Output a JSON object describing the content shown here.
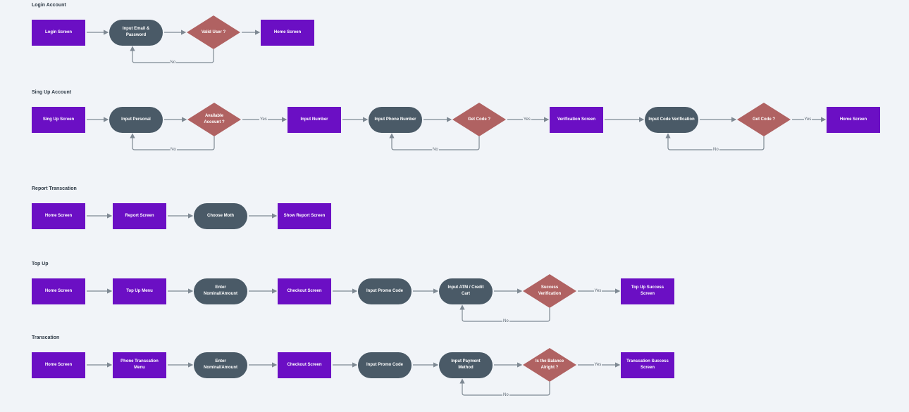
{
  "colors": {
    "screen": "#6b0fc4",
    "process": "#4a5a67",
    "decision": "#b06262",
    "connector": "#7e8993",
    "background": "#f1f4f8"
  },
  "sections": [
    {
      "title": "Login Account",
      "nodes": [
        {
          "text": "Login Screen",
          "shape": "rect"
        },
        {
          "text": "Input Email &\nPassword",
          "shape": "pill"
        },
        {
          "text": "Valid User ?",
          "shape": "diamond"
        },
        {
          "text": "Home Screen",
          "shape": "rect"
        }
      ],
      "edges": [
        {
          "from": 0,
          "to": 1,
          "label": ""
        },
        {
          "from": 1,
          "to": 2,
          "label": ""
        },
        {
          "from": 2,
          "to": 3,
          "label": ""
        },
        {
          "from": 2,
          "to": 1,
          "label": "No",
          "loop": true
        }
      ]
    },
    {
      "title": "Sing Up Account",
      "nodes": [
        {
          "text": "Sing Up Screen",
          "shape": "rect"
        },
        {
          "text": "Input Personal",
          "shape": "pill"
        },
        {
          "text": "Available\nAccount ?",
          "shape": "diamond"
        },
        {
          "text": "Input Number",
          "shape": "rect"
        },
        {
          "text": "Input Phone Number",
          "shape": "pill"
        },
        {
          "text": "Get Code ?",
          "shape": "diamond"
        },
        {
          "text": "Verification Screen",
          "shape": "rect"
        },
        {
          "text": "Input Code Verification",
          "shape": "pill"
        },
        {
          "text": "Get Code ?",
          "shape": "diamond"
        },
        {
          "text": "Home Screen",
          "shape": "rect"
        }
      ],
      "edges": [
        {
          "from": 0,
          "to": 1,
          "label": ""
        },
        {
          "from": 1,
          "to": 2,
          "label": ""
        },
        {
          "from": 2,
          "to": 3,
          "label": "Yes"
        },
        {
          "from": 3,
          "to": 4,
          "label": ""
        },
        {
          "from": 4,
          "to": 5,
          "label": ""
        },
        {
          "from": 5,
          "to": 6,
          "label": "Yes"
        },
        {
          "from": 6,
          "to": 7,
          "label": ""
        },
        {
          "from": 7,
          "to": 8,
          "label": ""
        },
        {
          "from": 8,
          "to": 9,
          "label": "Yes"
        },
        {
          "from": 2,
          "to": 1,
          "label": "No",
          "loop": true
        },
        {
          "from": 5,
          "to": 4,
          "label": "No",
          "loop": true
        },
        {
          "from": 8,
          "to": 7,
          "label": "No",
          "loop": true
        }
      ]
    },
    {
      "title": "Report Transcation",
      "nodes": [
        {
          "text": "Home Screen",
          "shape": "rect"
        },
        {
          "text": "Report Screen",
          "shape": "rect"
        },
        {
          "text": "Choose Moth",
          "shape": "pill"
        },
        {
          "text": "Show Report Screen",
          "shape": "rect"
        }
      ],
      "edges": [
        {
          "from": 0,
          "to": 1,
          "label": ""
        },
        {
          "from": 1,
          "to": 2,
          "label": ""
        },
        {
          "from": 2,
          "to": 3,
          "label": ""
        }
      ]
    },
    {
      "title": "Top Up",
      "nodes": [
        {
          "text": "Home Screen",
          "shape": "rect"
        },
        {
          "text": "Top Up Menu",
          "shape": "rect"
        },
        {
          "text": "Enter\nNominal/Amount",
          "shape": "pill"
        },
        {
          "text": "Checkout Screen",
          "shape": "rect"
        },
        {
          "text": "Input Promo Code",
          "shape": "pill"
        },
        {
          "text": "Input ATM / Credit\nCart",
          "shape": "pill"
        },
        {
          "text": "Success\nVerification",
          "shape": "diamond"
        },
        {
          "text": "Top Up Success\nScreen",
          "shape": "rect"
        }
      ],
      "edges": [
        {
          "from": 0,
          "to": 1,
          "label": ""
        },
        {
          "from": 1,
          "to": 2,
          "label": ""
        },
        {
          "from": 2,
          "to": 3,
          "label": ""
        },
        {
          "from": 3,
          "to": 4,
          "label": ""
        },
        {
          "from": 4,
          "to": 5,
          "label": ""
        },
        {
          "from": 5,
          "to": 6,
          "label": ""
        },
        {
          "from": 6,
          "to": 7,
          "label": "Yes"
        },
        {
          "from": 6,
          "to": 5,
          "label": "No",
          "loop": true
        }
      ]
    },
    {
      "title": "Transcation",
      "nodes": [
        {
          "text": "Home Screen",
          "shape": "rect"
        },
        {
          "text": "Phone Transcation\nMenu",
          "shape": "rect"
        },
        {
          "text": "Enter\nNominal/Amount",
          "shape": "pill"
        },
        {
          "text": "Checkout Screen",
          "shape": "rect"
        },
        {
          "text": "Input Promo Code",
          "shape": "pill"
        },
        {
          "text": "Input Payment\nMethod",
          "shape": "pill"
        },
        {
          "text": "Is the Balance\nAlright ?",
          "shape": "diamond"
        },
        {
          "text": "Transcation Success\nScreen",
          "shape": "rect"
        }
      ],
      "edges": [
        {
          "from": 0,
          "to": 1,
          "label": ""
        },
        {
          "from": 1,
          "to": 2,
          "label": ""
        },
        {
          "from": 2,
          "to": 3,
          "label": ""
        },
        {
          "from": 3,
          "to": 4,
          "label": ""
        },
        {
          "from": 4,
          "to": 5,
          "label": ""
        },
        {
          "from": 5,
          "to": 6,
          "label": ""
        },
        {
          "from": 6,
          "to": 7,
          "label": "Yes"
        },
        {
          "from": 6,
          "to": 5,
          "label": "No",
          "loop": true
        }
      ]
    }
  ]
}
